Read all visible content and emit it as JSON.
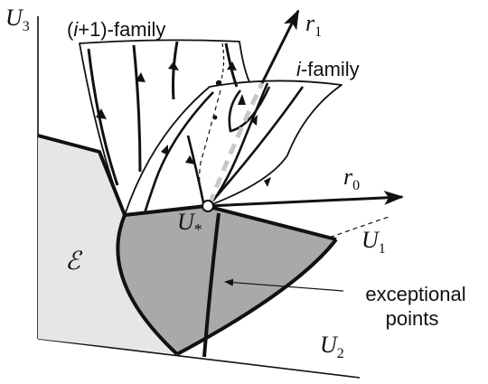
{
  "figure": {
    "labels": {
      "u3": "U",
      "u3_sub": "3",
      "u1": "U",
      "u1_sub": "1",
      "u2": "U",
      "u2_sub": "2",
      "r1": "r",
      "r1_sub": "1",
      "r0": "r",
      "r0_sub": "0",
      "ustar": "U",
      "ustar_sub": "*",
      "family_i1_prefix": "(",
      "family_i1_var": "i",
      "family_i1_suffix": "+1)-family",
      "family_i_var": "i",
      "family_i_suffix": "-family",
      "region_e": "ℰ",
      "exceptional_line1": "exceptional",
      "exceptional_line2": "points"
    },
    "colors": {
      "ink": "#111111",
      "light_region": "#e6e6e6",
      "dark_region": "#a9a9a9",
      "surface": "#ffffff",
      "dashed_gray": "#c8c8c8"
    }
  }
}
